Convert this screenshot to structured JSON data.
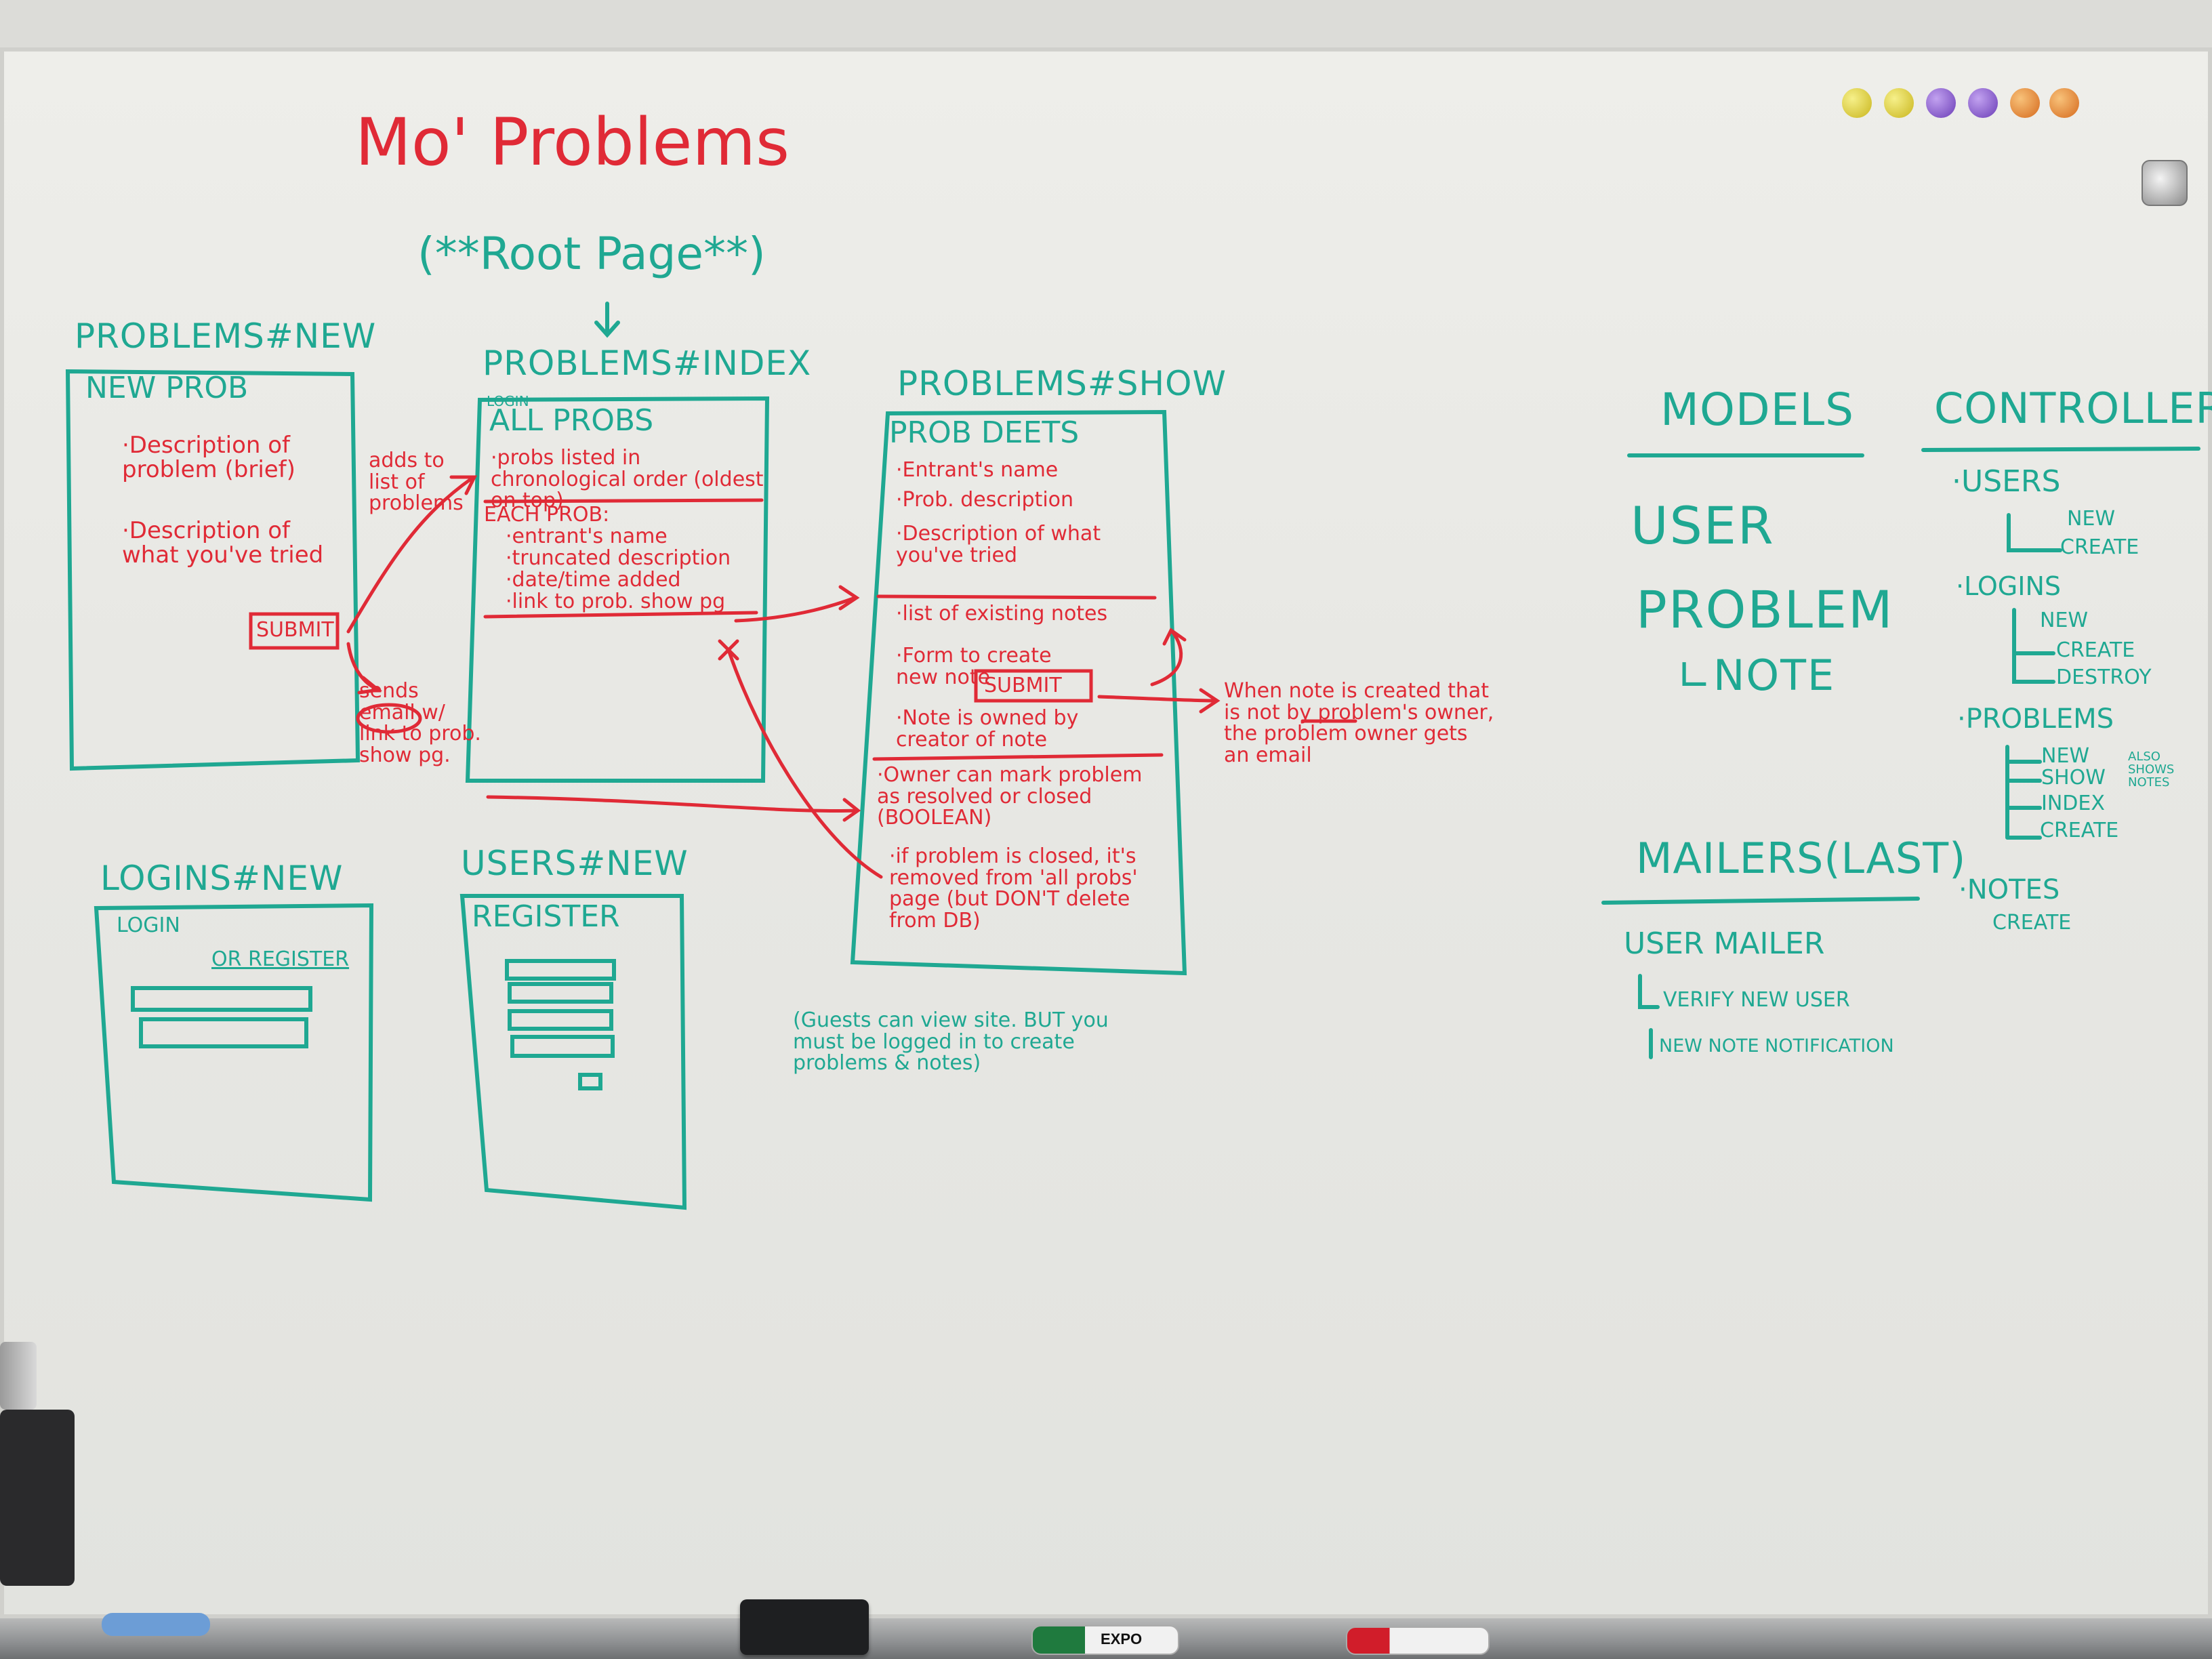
{
  "board": {
    "title": "Mo' Problems",
    "root_page": "(**Root Page**)",
    "problems_new": {
      "heading": "PROBLEMS#NEW",
      "box_title": "NEW PROB",
      "items": [
        "·Description of problem (brief)",
        "·Description of what you've tried"
      ],
      "submit": "SUBMIT"
    },
    "problems_index": {
      "heading": "PROBLEMS#INDEX",
      "box_title": "ALL PROBS",
      "small_label": "LOGIN",
      "items": [
        "·probs listed in chronological order (oldest on top)"
      ],
      "each_label": "EACH PROB:",
      "each_items": [
        "·entrant's name",
        "·truncated description",
        "·date/time added",
        "·link to prob. show pg"
      ]
    },
    "problems_show": {
      "heading": "PROBLEMS#SHOW",
      "box_title": "PROB DEETS",
      "items": [
        "·Entrant's name",
        "·Prob. description",
        "·Description of what you've tried",
        "·list of existing notes",
        "·Form to create new note",
        "·Note is owned by creator of note",
        "·Owner can mark problem as resolved or closed (BOOLEAN)",
        "·if problem is closed, it's removed from 'all probs' page (but DON'T delete from DB)"
      ],
      "submit": "SUBMIT"
    },
    "annotations": {
      "adds_to": "adds to list of problems",
      "sends_email": "sends email w/ link to prob. show pg.",
      "email_word": "email",
      "note_email": "When note is created that is not by problem's owner, the problem owner gets an email"
    },
    "logins_new": {
      "heading": "LOGINS#NEW",
      "box_title": "LOGIN",
      "register_link": "OR REGISTER"
    },
    "users_new": {
      "heading": "USERS#NEW",
      "box_title": "REGISTER"
    },
    "guests_note": "(Guests can view site. BUT you must be logged in to create problems & notes)",
    "models": {
      "heading": "MODELS",
      "items": [
        "USER",
        "PROBLEM",
        "∟NOTE"
      ]
    },
    "controllers": {
      "heading": "CONTROLLERS",
      "groups": [
        {
          "name": "·USERS",
          "actions": [
            "NEW",
            "CREATE"
          ]
        },
        {
          "name": "·LOGINS",
          "actions": [
            "NEW",
            "CREATE",
            "DESTROY"
          ]
        },
        {
          "name": "·PROBLEMS",
          "actions": [
            "NEW",
            "SHOW",
            "INDEX",
            "CREATE"
          ],
          "side_note": "ALSO SHOWS NOTES"
        },
        {
          "name": "·NOTES",
          "actions": [
            "CREATE"
          ]
        }
      ]
    },
    "mailers": {
      "heading": "MAILERS(LAST)",
      "mailer": "USER MAILER",
      "methods": [
        "VERIFY NEW USER",
        "NEW NOTE NOTIFICATION"
      ]
    }
  },
  "colors": {
    "red_marker": "#e02a36",
    "teal_marker": "#1fa892",
    "board": "#eeeeea",
    "tray": "#8d8f91"
  },
  "props": {
    "eraser": "eraser",
    "marker_green": "EXPO",
    "marker_red": "red marker",
    "magnets": [
      "yellow",
      "yellow",
      "purple",
      "purple",
      "orange",
      "orange"
    ]
  }
}
